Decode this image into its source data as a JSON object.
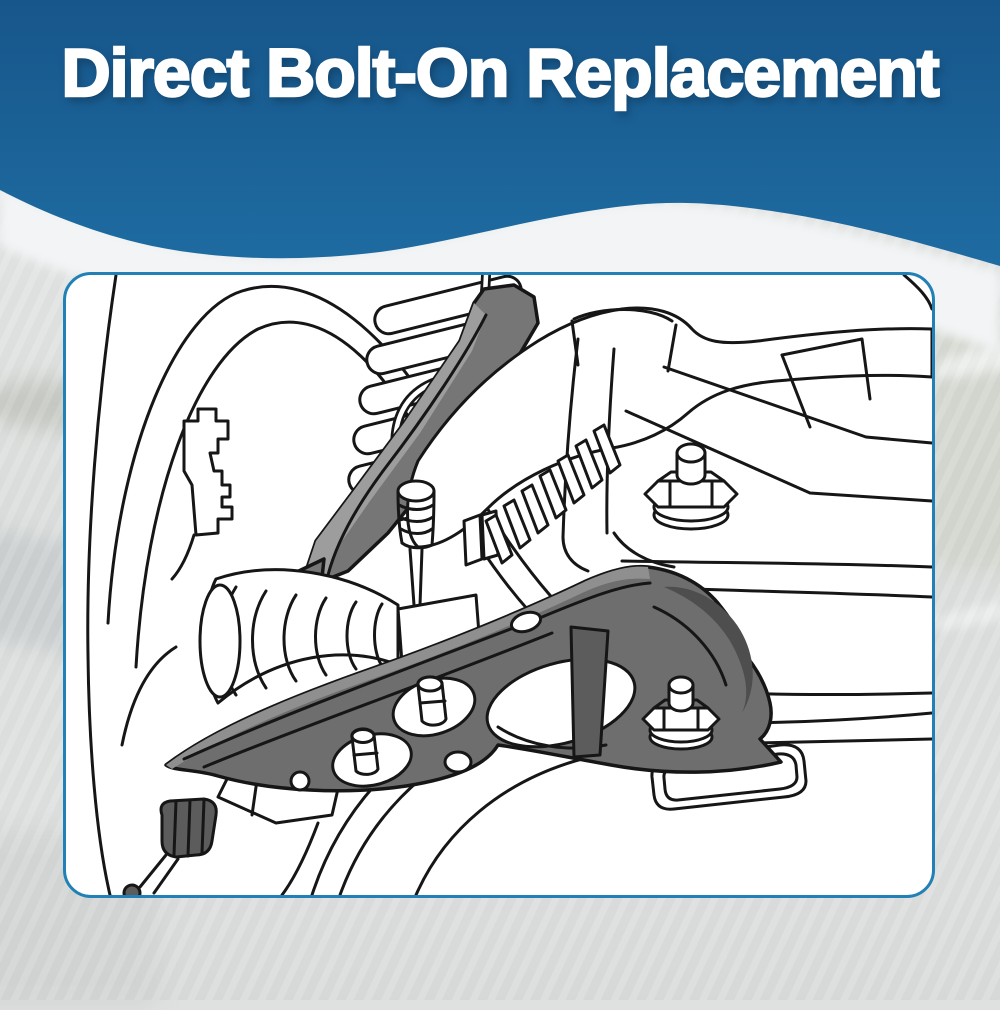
{
  "page": {
    "title": "Direct Bolt-On Replacement"
  },
  "colors": {
    "header_blue_top": "#17568a",
    "header_blue_bottom": "#1e6ca2",
    "wave_white": "#f2f4f5",
    "background_gray": "#dfe1e0",
    "card_border_blue": "#2180b5",
    "card_background": "#ffffff",
    "line_black": "#161616",
    "part_gray": "#6e6e6e",
    "part_gray_dark": "#4e4e4e",
    "part_gray_light": "#9d9d9d"
  },
  "illustration": {
    "subject": "lower-control-arm-suspension-line-drawing",
    "parts": [
      "tire-edge",
      "wheel-arch",
      "steering-knuckle",
      "coil-spring",
      "brake-hose",
      "sway-bar",
      "cv-axle-boot",
      "threaded-stud",
      "lower-control-arm",
      "ball-joint",
      "mounting-bolt-upper",
      "mounting-bolt-lower",
      "subframe",
      "bottom-bracket",
      "sensor-bracket"
    ]
  }
}
